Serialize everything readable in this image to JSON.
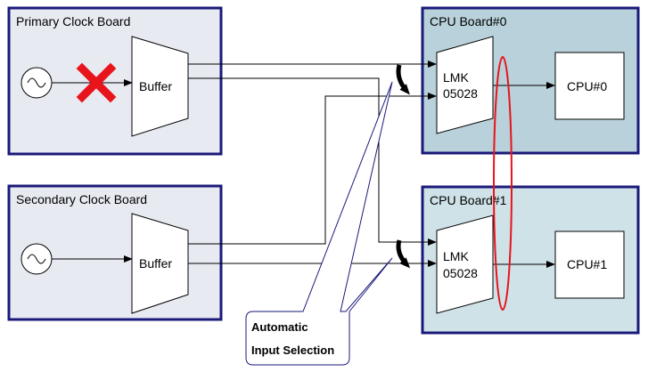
{
  "boards": {
    "primary": {
      "title": "Primary Clock Board",
      "buffer_label": "Buffer"
    },
    "secondary": {
      "title": "Secondary Clock Board",
      "buffer_label": "Buffer"
    },
    "cpu0": {
      "title": "CPU Board#0",
      "lmk_line1": "LMK",
      "lmk_line2": "05028",
      "cpu_label": "CPU#0"
    },
    "cpu1": {
      "title": "CPU Board#1",
      "lmk_line1": "LMK",
      "lmk_line2": "05028",
      "cpu_label": "CPU#1"
    }
  },
  "callout": {
    "line1": "Automatic",
    "line2": "Input Selection"
  },
  "colors": {
    "board_border": "#1a1a7a",
    "clock_board_fill": "#e8eaf2",
    "cpu0_fill": "#b8d1da",
    "cpu1_fill": "#cfe2e8",
    "failure_x": "#e8141c",
    "ellipse": "#e8141c"
  },
  "icons": {
    "oscillator": "sine-wave-source-icon",
    "failure": "red-x-failure-icon"
  }
}
